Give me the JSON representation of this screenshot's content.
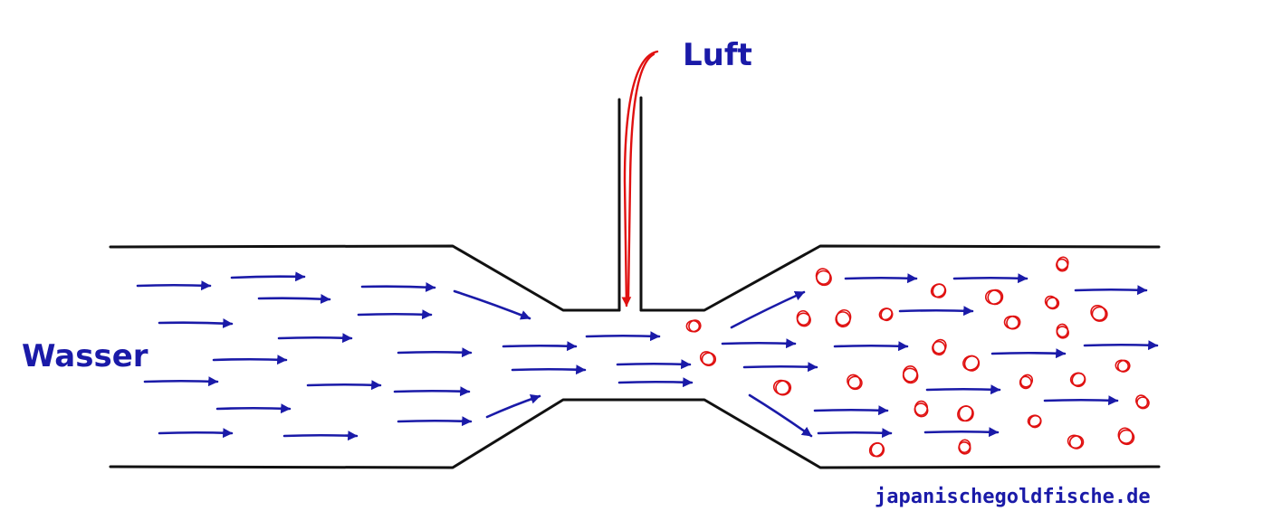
{
  "diagram": {
    "water_label": "Wasser",
    "air_label": "Luft",
    "credit": "japanischegoldfische.de",
    "colors": {
      "pipe": "#111111",
      "water_flow": "#1a1aa8",
      "air": "#e01010",
      "text": "#1a1aa8"
    }
  }
}
